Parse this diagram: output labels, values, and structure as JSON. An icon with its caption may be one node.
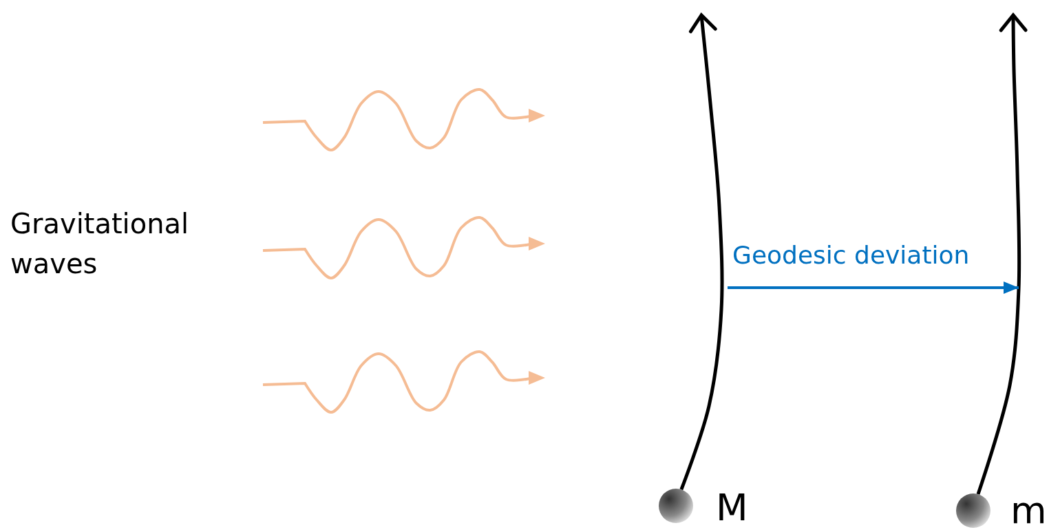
{
  "diagram": {
    "nodes": [
      {
        "text": [
          "Gravitational waves"
        ]
      },
      {
        "text": [],
        "shape": "circle",
        "beside": [
          "M"
        ]
      },
      {
        "text": [],
        "shape": "circle",
        "beside": [
          "m"
        ]
      }
    ],
    "edges": [
      {
        "from": 1,
        "to": null,
        "arrow": "to"
      },
      {
        "from": 2,
        "to": null,
        "arrow": "to"
      }
    ],
    "labels": [
      "Geodesic deviation"
    ]
  }
}
